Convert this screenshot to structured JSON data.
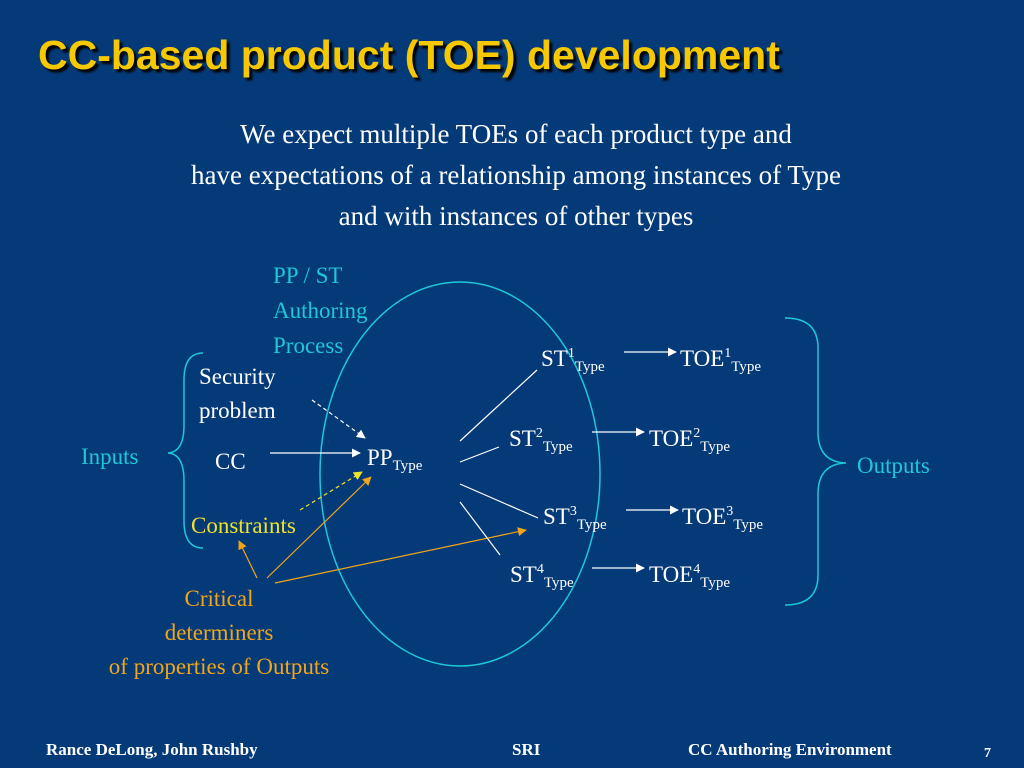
{
  "slide": {
    "title": "CC-based product (TOE) development",
    "subtitle_lines": [
      "We expect multiple TOEs of each product type and",
      "have expectations of a relationship among instances of Type",
      "and with instances of other types"
    ]
  },
  "diagram": {
    "process_label_lines": [
      "PP / ST",
      "Authoring",
      "Process"
    ],
    "security_problem_lines": [
      "Security",
      "problem"
    ],
    "cc": "CC",
    "constraints": "Constraints",
    "inputs": "Inputs",
    "outputs": "Outputs",
    "pp": {
      "base": "PP",
      "sub": "Type"
    },
    "critical_lines": [
      "Critical",
      "determiners",
      "of properties of Outputs"
    ],
    "st_items": [
      {
        "st_base": "ST",
        "st_sup": "1",
        "st_sub": "Type",
        "toe_base": "TOE",
        "toe_sup": "1",
        "toe_sub": "Type"
      },
      {
        "st_base": "ST",
        "st_sup": "2",
        "st_sub": "Type",
        "toe_base": "TOE",
        "toe_sup": "2",
        "toe_sub": "Type"
      },
      {
        "st_base": "ST",
        "st_sup": "3",
        "st_sub": "Type",
        "toe_base": "TOE",
        "toe_sup": "3",
        "toe_sub": "Type"
      },
      {
        "st_base": "ST",
        "st_sup": "4",
        "st_sub": "Type",
        "toe_base": "TOE",
        "toe_sup": "4",
        "toe_sub": "Type"
      }
    ]
  },
  "footer": {
    "authors": "Rance DeLong, John Rushby",
    "org": "SRI",
    "project": "CC Authoring Environment",
    "page_number": "7"
  },
  "colors": {
    "background": "#053a78",
    "title": "#f5c800",
    "process_cyan": "#1fc7d9",
    "constraints_yellow": "#f0e228",
    "critical_orange": "#f2a518"
  }
}
